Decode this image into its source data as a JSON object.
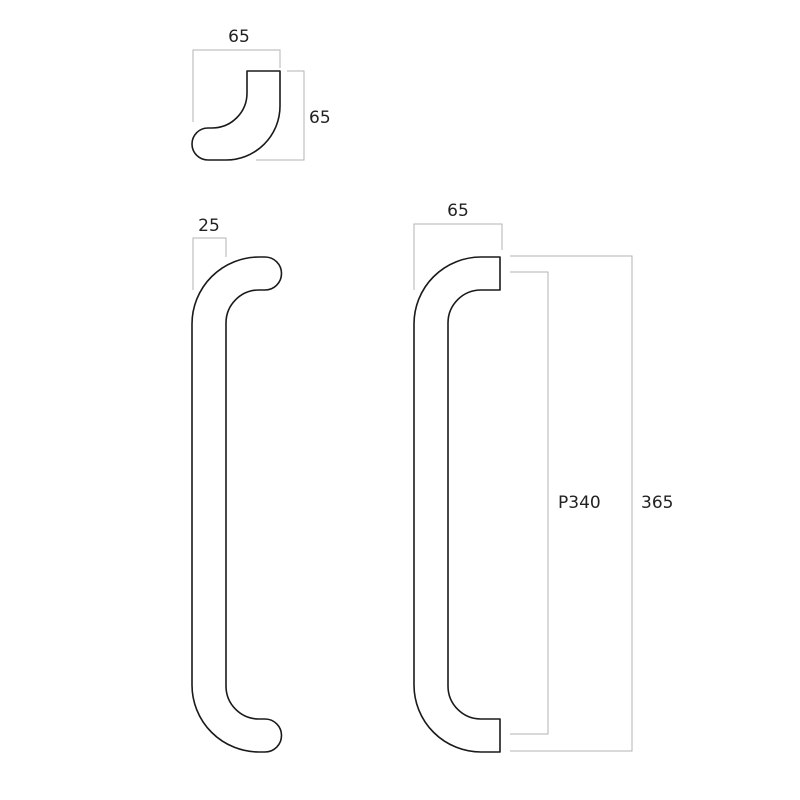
{
  "detail_view": {
    "width_label": "65",
    "height_label": "65"
  },
  "side_view": {
    "rod_diameter_label": "25"
  },
  "front_view": {
    "projection_label": "65",
    "centres_label": "P340",
    "overall_length_label": "365"
  },
  "colors": {
    "outline": "#1a1a1a",
    "dimension_line": "#b3b3b3",
    "text": "#222222"
  }
}
